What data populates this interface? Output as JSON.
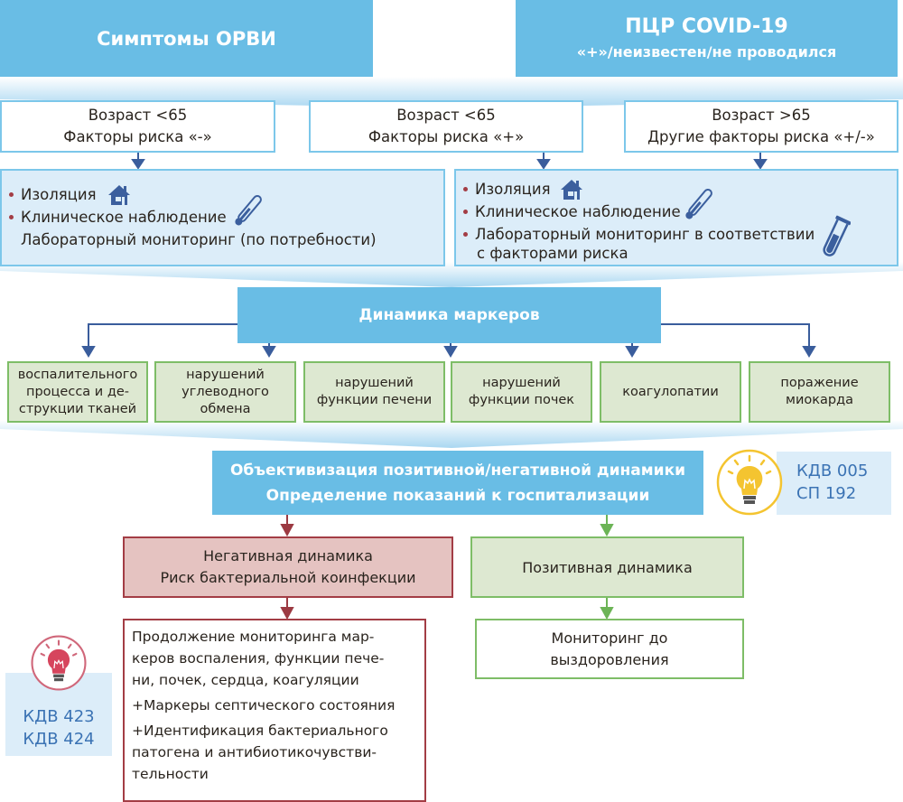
{
  "header": {
    "left_title": "Симптомы ОРВИ",
    "right_title": "ПЦР COVID-19",
    "right_subtitle": "«+»/неизвестен/не проводился"
  },
  "groups": [
    {
      "line1": "Возраст <65",
      "line2": "Факторы риска «-»"
    },
    {
      "line1": "Возраст <65",
      "line2": "Факторы риска «+»"
    },
    {
      "line1": "Возраст >65",
      "line2": "Другие факторы риска «+/-»"
    }
  ],
  "management_left": {
    "items": [
      {
        "text": "Изоляция",
        "icon": "house-icon",
        "bullet": true
      },
      {
        "text": "Клиническое наблюдение",
        "icon": "thermometer-icon",
        "bullet": true
      },
      {
        "text": "Лабораторный мониторинг (по потребности)",
        "bullet": false
      }
    ]
  },
  "management_right": {
    "items": [
      {
        "text": "Изоляция",
        "icon": "house-icon",
        "bullet": true
      },
      {
        "text": "Клиническое наблюдение",
        "icon": "thermometer-icon",
        "bullet": true
      },
      {
        "text": "Лабораторный мониторинг в соответствии",
        "icon": "test-tube-icon",
        "bullet": true
      },
      {
        "text": "с факторами риска",
        "bullet": false
      }
    ]
  },
  "markers": {
    "title": "Динамика маркеров",
    "items": [
      "воспалительного процесса и де-струкции тканей",
      "нарушений углеводного обмена",
      "нарушений функции печени",
      "нарушений функции почек",
      "коагулопатии",
      "поражение миокарда"
    ],
    "items_lines": [
      [
        "воспалительного",
        "процесса и де-",
        "струкции тканей"
      ],
      [
        "нарушений",
        "углеводного",
        "обмена"
      ],
      [
        "нарушений",
        "функции печени"
      ],
      [
        "нарушений",
        "функции почек"
      ],
      [
        "коагулопатии"
      ],
      [
        "поражение",
        "миокарда"
      ]
    ]
  },
  "objectivization": {
    "line1": "Объективизация позитивной/негативной динамики",
    "line2": "Определение показаний к госпитализации"
  },
  "reference_top": {
    "line1": "КДВ 005",
    "line2": "СП 192",
    "icon": "lightbulb-icon",
    "color": "#f4c430"
  },
  "negative": {
    "line1": "Негативная динамика",
    "line2": "Риск бактериальной коинфекции",
    "details": [
      "Продолжение мониторинга мар-",
      "керов воспаления, функции пече-",
      "ни, почек, сердца, коагуляции",
      "+Маркеры септического состояния",
      "+Идентификация бактериального",
      "патогена и антибиотикочувстви-",
      "тельности"
    ]
  },
  "positive": {
    "title": "Позитивная динамика",
    "detail_line1": "Мониторинг до",
    "detail_line2": "выздоровления"
  },
  "reference_bottom": {
    "line1": "КДВ 423",
    "line2": "КДВ 424",
    "icon": "lightbulb-icon",
    "color": "#d6455d"
  },
  "colors": {
    "header_blue": "#69bde5",
    "arrow_blue": "#3a5d9c",
    "arrow_red": "#9c3a42",
    "arrow_green": "#6cb456",
    "box_border_blue": "#7cc7ea",
    "green_fill": "#dde8d1",
    "red_fill": "#e5c3c1",
    "light_blue_fill": "#dcedf9"
  }
}
